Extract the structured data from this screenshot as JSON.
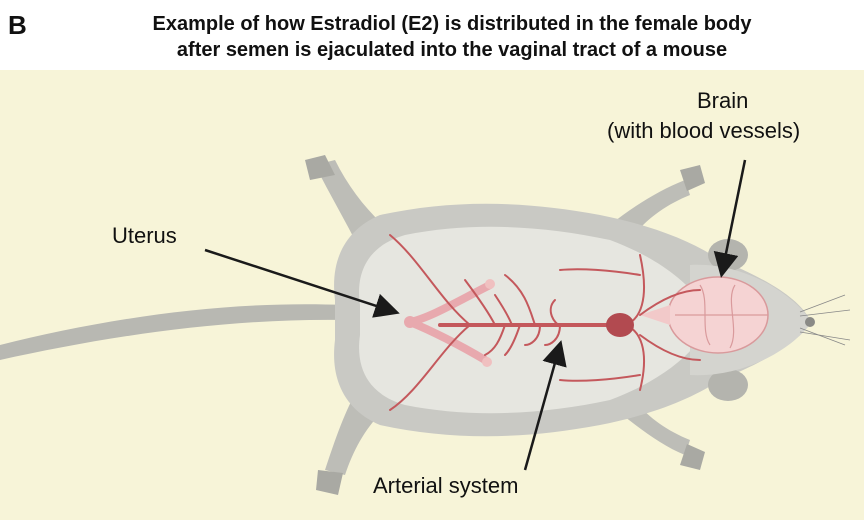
{
  "panel_label": "B",
  "title": {
    "line1": "Example of how Estradiol (E2) is distributed in the female body",
    "line2": "after semen is ejaculated into the vaginal tract of a mouse"
  },
  "labels": {
    "brain_line1": "Brain",
    "brain_line2": "(with blood vessels)",
    "uterus": "Uterus",
    "arterial": "Arterial system"
  },
  "colors": {
    "background": "#f7f4d8",
    "artery": "#c4585c",
    "uterus": "#e8a9ae",
    "fur": "#c9c9c4",
    "belly": "#e6e6e0"
  }
}
